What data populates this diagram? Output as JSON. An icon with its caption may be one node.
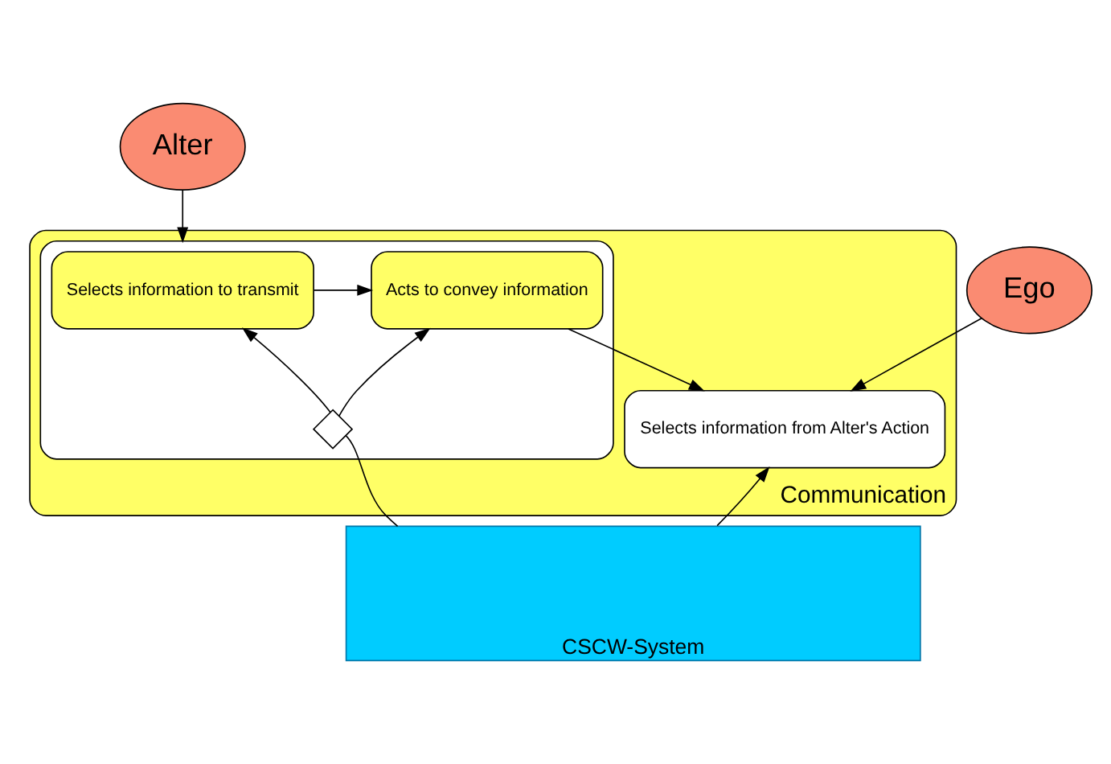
{
  "diagram": {
    "nodes": [
      {
        "text": [
          "Alter"
        ]
      },
      {
        "text": [
          "Ego"
        ]
      },
      {
        "text": [
          "Communication"
        ]
      },
      {
        "text": [],
        "shape": "box",
        "in": 2
      },
      {
        "text": [
          "Selects information to transmit"
        ],
        "in": 3
      },
      {
        "text": [
          "Acts to convey information"
        ],
        "in": 3
      },
      {
        "text": [],
        "shape": "diamond",
        "in": 3
      },
      {
        "text": [
          "Selects information from Alter's Action"
        ],
        "in": 2
      },
      {
        "text": [
          "CSCW-System"
        ]
      }
    ],
    "edges": [
      {
        "from": 0,
        "to": 3,
        "arrow": "to"
      },
      {
        "from": 1,
        "to": 7,
        "arrow": "to"
      },
      {
        "from": 4,
        "to": 5,
        "arrow": "to"
      },
      {
        "from": 5,
        "to": 7,
        "arrow": "to"
      },
      {
        "from": 6,
        "to": 4,
        "arrow": "to"
      },
      {
        "from": 6,
        "to": 5,
        "arrow": "to"
      },
      {
        "from": 8,
        "to": 6,
        "arrow": "none"
      },
      {
        "from": 8,
        "to": 7,
        "arrow": "to"
      }
    ]
  }
}
